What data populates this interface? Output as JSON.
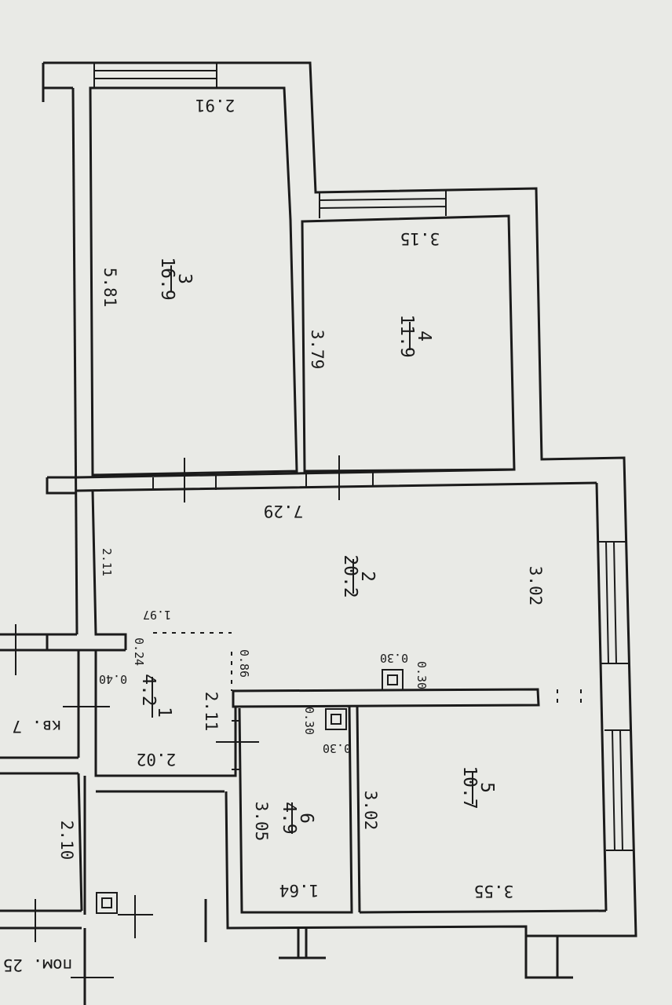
{
  "rooms": [
    {
      "number": "3",
      "area": "16.9"
    },
    {
      "number": "4",
      "area": "11.9"
    },
    {
      "number": "2",
      "area": "20.2"
    },
    {
      "number": "1",
      "area": "4.2"
    },
    {
      "number": "6",
      "area": "4.9"
    },
    {
      "number": "5",
      "area": "10.7"
    }
  ],
  "dimensions": {
    "room3_width": "2.91",
    "room3_length": "5.81",
    "room4_width": "3.15",
    "room4_length": "3.79",
    "room2_width": "7.29",
    "room2_depth_right": "3.02",
    "room2_depth_left": "2.11",
    "corridor_width": "1.97",
    "room1_depth": "2.11",
    "room1_width": "2.02",
    "room6_length": "3.05",
    "room6_width": "1.64",
    "room5_length": "3.02",
    "room5_width": "3.55",
    "neighbor_wall": "2.10",
    "small_024": "0.24",
    "small_040": "0.40",
    "small_086": "0.86",
    "vent_a_w": "0.30",
    "vent_a_h": "0.30",
    "vent_b_w": "0.30",
    "vent_b_h": "0.30"
  },
  "neighbor_labels": {
    "apartment": "кв. 7",
    "premises": "пом. 25"
  }
}
